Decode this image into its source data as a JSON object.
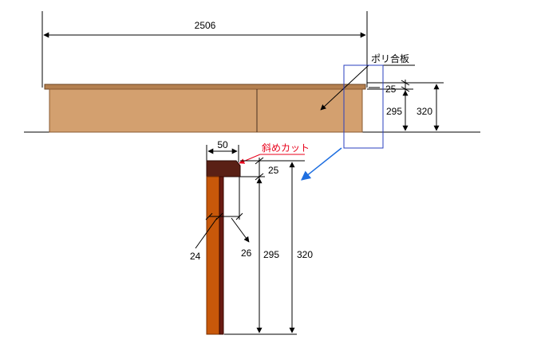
{
  "colors": {
    "wood": "#d3a06f",
    "wood_edge": "#8a5a32",
    "top_plate": "#5a2015",
    "post_outer": "#c8580a",
    "post_inner": "#6a1a12",
    "note_red": "#e8001a",
    "detail_box": "#2a3fbf",
    "detail_arrow": "#1f6fe0",
    "line": "#000000"
  },
  "elevation": {
    "overall_width": "2506",
    "material_note": "ポリ合板",
    "top_thickness": "25",
    "board_height": "295",
    "total_height": "320"
  },
  "section_detail": {
    "top_width": "50",
    "chamfer_note": "斜めカット",
    "top_thickness": "25",
    "left_thickness": "24",
    "right_thickness": "26",
    "board_height": "295",
    "total_height": "320"
  }
}
